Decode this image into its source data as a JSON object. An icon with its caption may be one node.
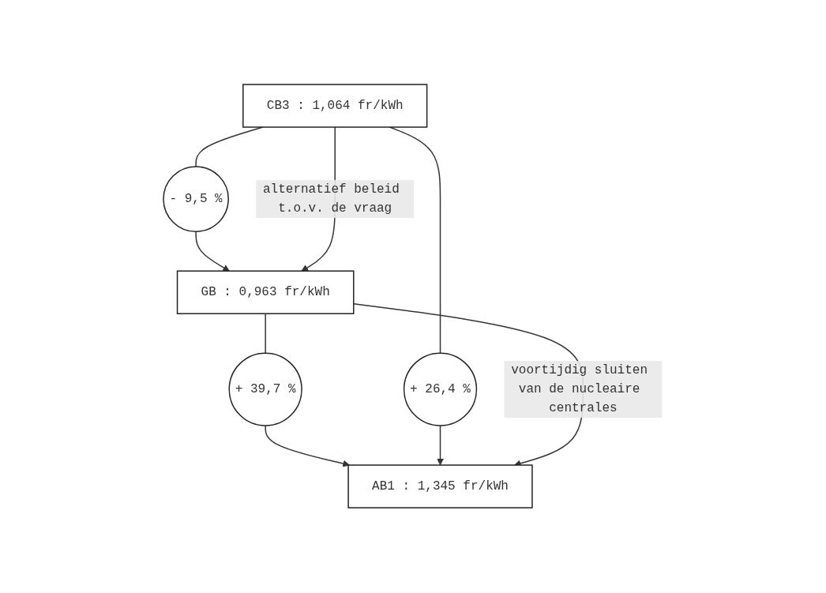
{
  "diagram": {
    "nodes": [
      {
        "text": [
          "CB3 :  1,064 fr/kWh"
        ]
      },
      {
        "text": [
          "- 9,5 %"
        ]
      },
      {
        "text": [
          "GB :  0,963 fr/kWh"
        ]
      },
      {
        "text": [
          "+ 26,4 %"
        ]
      },
      {
        "text": [
          "+ 39,7 %"
        ]
      },
      {
        "text": [
          "AB1 : 1,345 fr/kWh"
        ]
      }
    ],
    "edges": [
      {
        "from": 0,
        "to": 1,
        "arrow": "none"
      },
      {
        "from": 1,
        "to": 2,
        "arrow": "to"
      },
      {
        "from": 2,
        "to": 4,
        "arrow": "none"
      },
      {
        "from": 4,
        "to": 5,
        "arrow": "to"
      },
      {
        "from": 0,
        "to": 3,
        "arrow": "none"
      },
      {
        "from": 3,
        "to": 5,
        "arrow": "to"
      },
      {
        "from": 0,
        "to": 2,
        "arrow": "to",
        "label": "alternatief beleid t.o.v. de vraag"
      },
      {
        "from": 2,
        "to": 5,
        "arrow": "to",
        "label": "voortijdig sluiten van de nucleaire centrales"
      }
    ]
  }
}
